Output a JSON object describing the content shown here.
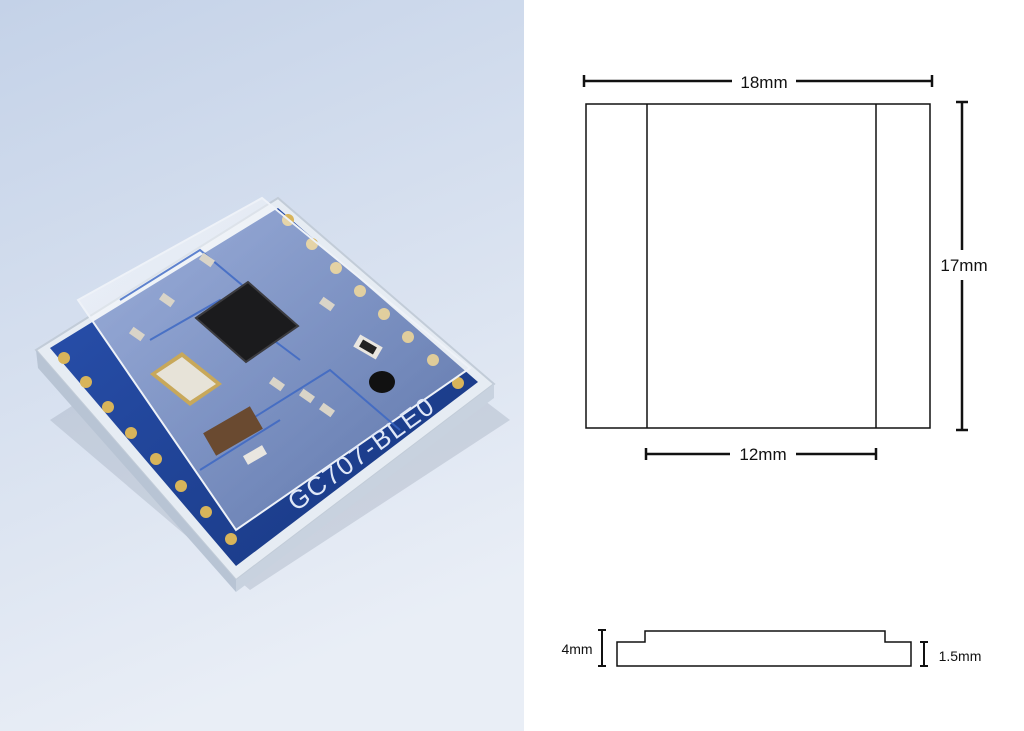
{
  "photo": {
    "module_label": "GC707-BLE0",
    "colors": {
      "background_top": "#c9d6ea",
      "background_bottom": "#e8edf5",
      "pcb": "#1d3f95",
      "pcb_dark": "#14306f",
      "pad": "#d8b45a",
      "chip": "#1b1b1d"
    }
  },
  "drawing": {
    "top_view": {
      "width_label": "18mm",
      "height_label": "17mm",
      "inner_width_label": "12mm"
    },
    "side_view": {
      "total_height_label": "4mm",
      "base_height_label": "1.5mm"
    },
    "colors": {
      "line": "#111111"
    }
  }
}
